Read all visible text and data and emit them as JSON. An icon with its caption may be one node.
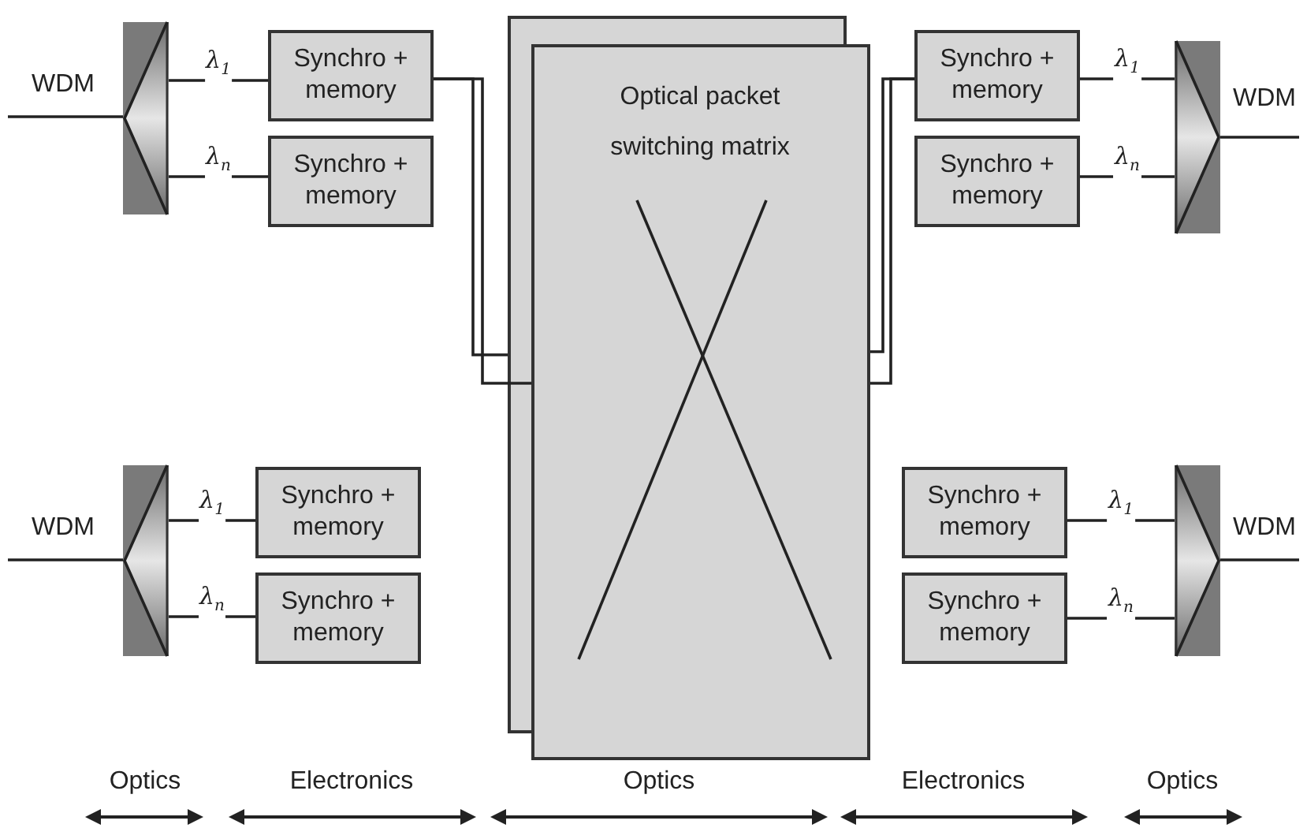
{
  "diagram": {
    "nodes": [
      {
        "text": [
          "WDM"
        ]
      },
      {
        "text": [
          "Synchro + memory"
        ]
      },
      {
        "text": [
          "Synchro + memory"
        ]
      },
      {
        "text": [
          "Optical packet switching matrix"
        ]
      },
      {
        "text": [
          "Synchro + memory"
        ]
      },
      {
        "text": [
          "Synchro + memory"
        ]
      },
      {
        "text": [
          "WDM"
        ]
      },
      {
        "text": [
          "WDM"
        ]
      },
      {
        "text": [
          "Synchro + memory"
        ]
      },
      {
        "text": [
          "Synchro + memory"
        ]
      },
      {
        "text": [
          "Synchro + memory"
        ]
      },
      {
        "text": [
          "Synchro + memory"
        ]
      },
      {
        "text": [
          "WDM"
        ]
      }
    ],
    "edges": [
      {
        "from": null,
        "to": 0,
        "arrow": "none"
      },
      {
        "from": 0,
        "to": 1,
        "arrow": "none",
        "label": "λ$_{1}$"
      },
      {
        "from": 0,
        "to": 2,
        "arrow": "none",
        "label": "λ$_{n}$"
      },
      {
        "from": 1,
        "to": 3,
        "arrow": "none"
      },
      {
        "from": 1,
        "to": 3,
        "arrow": "none"
      },
      {
        "from": 3,
        "to": 4,
        "arrow": "none"
      },
      {
        "from": 3,
        "to": 4,
        "arrow": "none"
      },
      {
        "from": 4,
        "to": 6,
        "arrow": "none",
        "label": "λ$_{1}$"
      },
      {
        "from": 5,
        "to": 6,
        "arrow": "none",
        "label": "λ$_{n}$"
      },
      {
        "from": 6,
        "to": null,
        "arrow": "none"
      },
      {
        "from": null,
        "to": 7,
        "arrow": "none"
      },
      {
        "from": 7,
        "to": 8,
        "arrow": "none",
        "label": "λ$_{1}$"
      },
      {
        "from": 7,
        "to": 9,
        "arrow": "none",
        "label": "λ$_{n}$"
      },
      {
        "from": 10,
        "to": 12,
        "arrow": "none",
        "label": "λ$_{1}$"
      },
      {
        "from": 11,
        "to": 12,
        "arrow": "none",
        "label": "λ$_{n}$"
      },
      {
        "from": 12,
        "to": null,
        "arrow": "none"
      }
    ],
    "labels": [
      "Optics",
      "Electronics",
      "Optics",
      "Electronics",
      "Optics"
    ]
  }
}
